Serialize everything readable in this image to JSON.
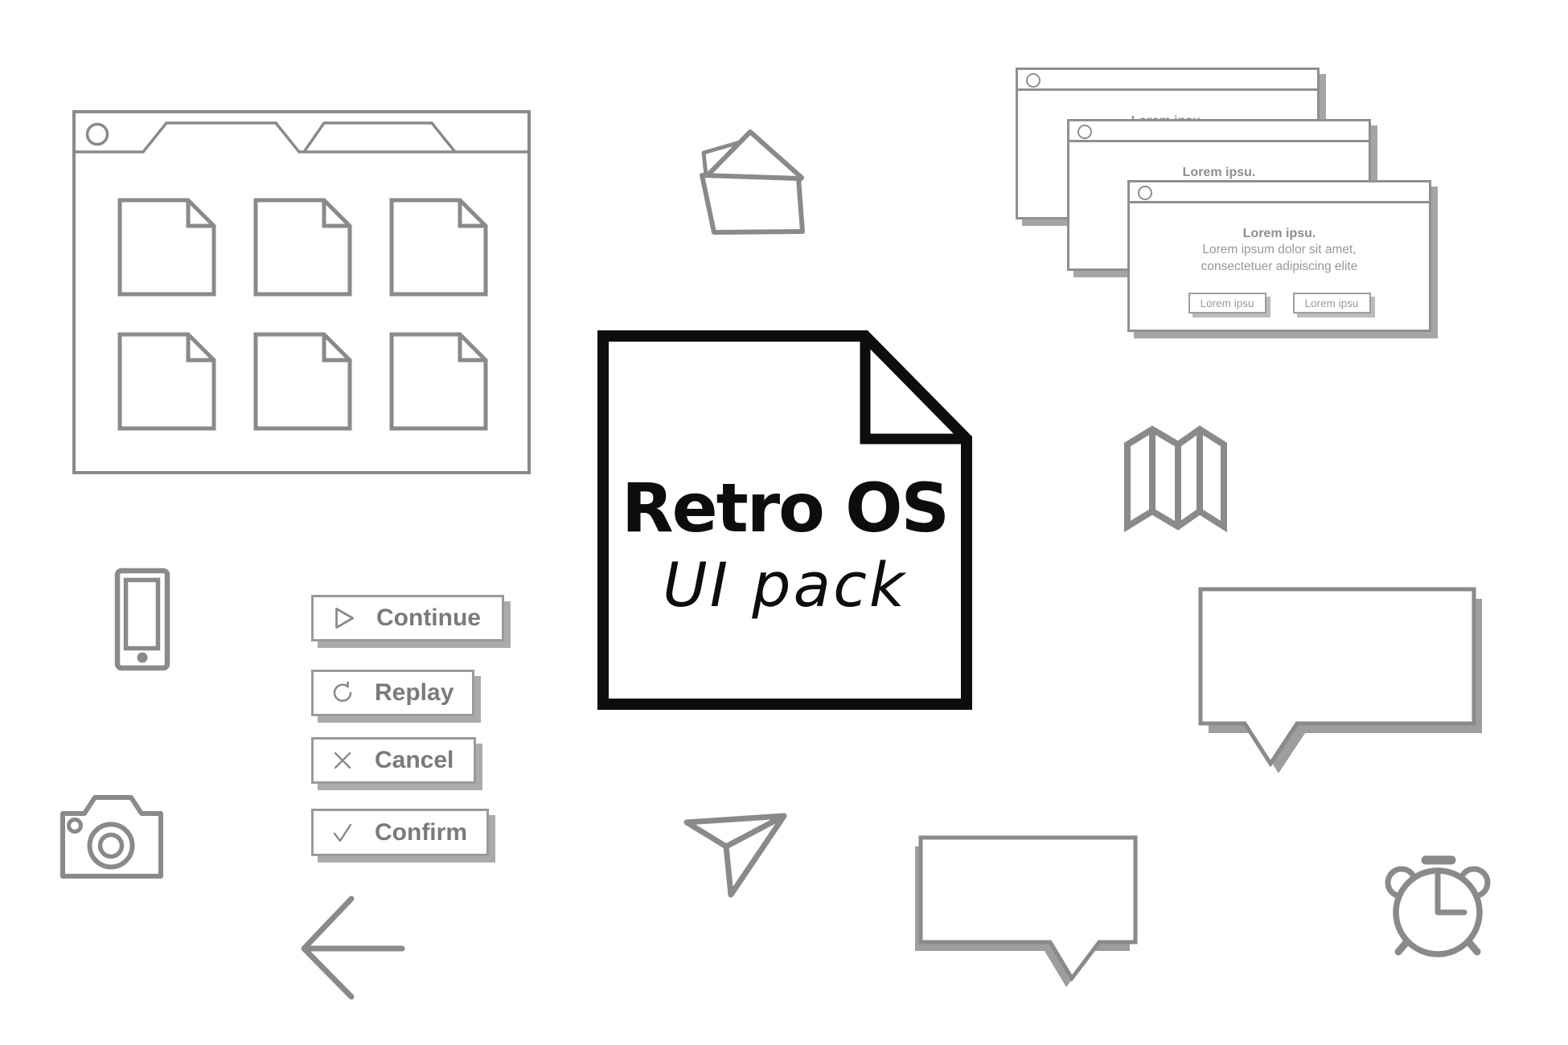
{
  "card": {
    "title": "Retro OS",
    "subtitle": "UI pack"
  },
  "dialog": {
    "heading": "Lorem ipsu.",
    "body_line1": "Lorem ipsum dolor sit amet,",
    "body_line2": "consectetuer adipiscing elite",
    "ok_label": "Lorem ipsu",
    "cancel_label": "Lorem ipsu"
  },
  "action_buttons": [
    {
      "label": "Continue",
      "icon": "play-icon"
    },
    {
      "label": "Replay",
      "icon": "replay-icon"
    },
    {
      "label": "Cancel",
      "icon": "cancel-icon"
    },
    {
      "label": "Confirm",
      "icon": "confirm-icon"
    }
  ],
  "icons": [
    "folder-open-icon",
    "document-icon",
    "map-icon",
    "phone-icon",
    "camera-icon",
    "paper-plane-icon",
    "back-arrow-icon",
    "speech-bubble-icon",
    "alarm-clock-icon",
    "window-icon",
    "play-icon",
    "replay-icon",
    "cancel-icon",
    "confirm-icon"
  ],
  "colors": {
    "outline_gray": "#8a8a8a",
    "light_gray": "#9a9a9a",
    "shadow_gray": "#a5a5a5",
    "ink_black": "#0d0d0d"
  }
}
